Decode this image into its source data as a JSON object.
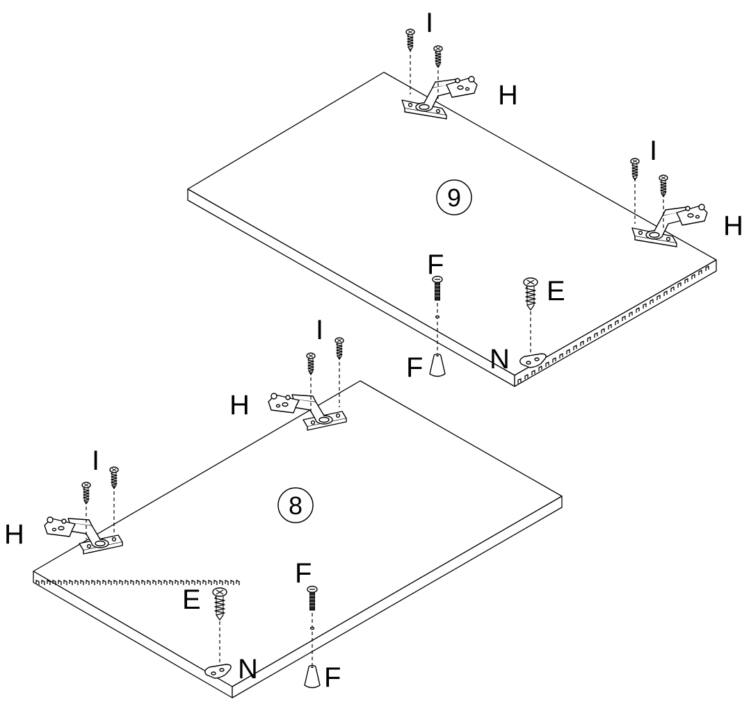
{
  "assembly": {
    "door_top": {
      "number": "9",
      "hinge_label_1": "H",
      "hinge_label_2": "H",
      "screw_i_label_1": "I",
      "screw_i_label_2": "I",
      "screw_e_label": "E",
      "screw_f_label": "F",
      "knob_f_label": "F",
      "plate_n_label": "N"
    },
    "door_bottom": {
      "number": "8",
      "hinge_label_1": "H",
      "hinge_label_2": "H",
      "screw_i_label_1": "I",
      "screw_i_label_2": "I",
      "screw_e_label": "E",
      "screw_f_label": "F",
      "knob_f_label": "F",
      "plate_n_label": "N"
    }
  }
}
